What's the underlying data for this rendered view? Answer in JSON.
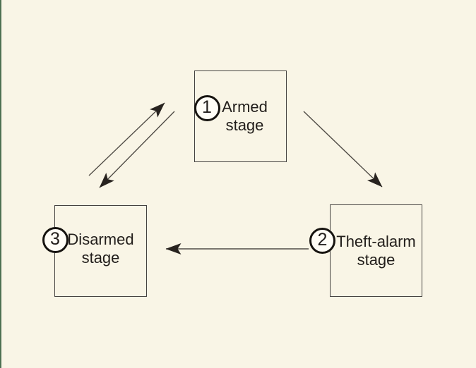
{
  "figure": {
    "nodes": [
      {
        "number": "1",
        "title_line1": "Armed",
        "title_line2": "stage"
      },
      {
        "number": "2",
        "title_line1": "Theft-alarm",
        "title_line2": "stage"
      },
      {
        "number": "3",
        "title_line1": "Disarmed",
        "title_line2": "stage"
      }
    ],
    "arrows": [
      {
        "name": "disarmed-to-armed"
      },
      {
        "name": "armed-to-disarmed"
      },
      {
        "name": "armed-to-theft-alarm"
      },
      {
        "name": "theft-alarm-to-disarmed"
      }
    ]
  },
  "colors": {
    "background": "#f9f5e6",
    "accent-edge": "#4e7152",
    "line": "#504c46",
    "arrowhead": "#28231f",
    "box-border": "#454240",
    "badge-border": "#16130f",
    "badge-fill": "#fffdf6",
    "text": "#221e1b"
  }
}
